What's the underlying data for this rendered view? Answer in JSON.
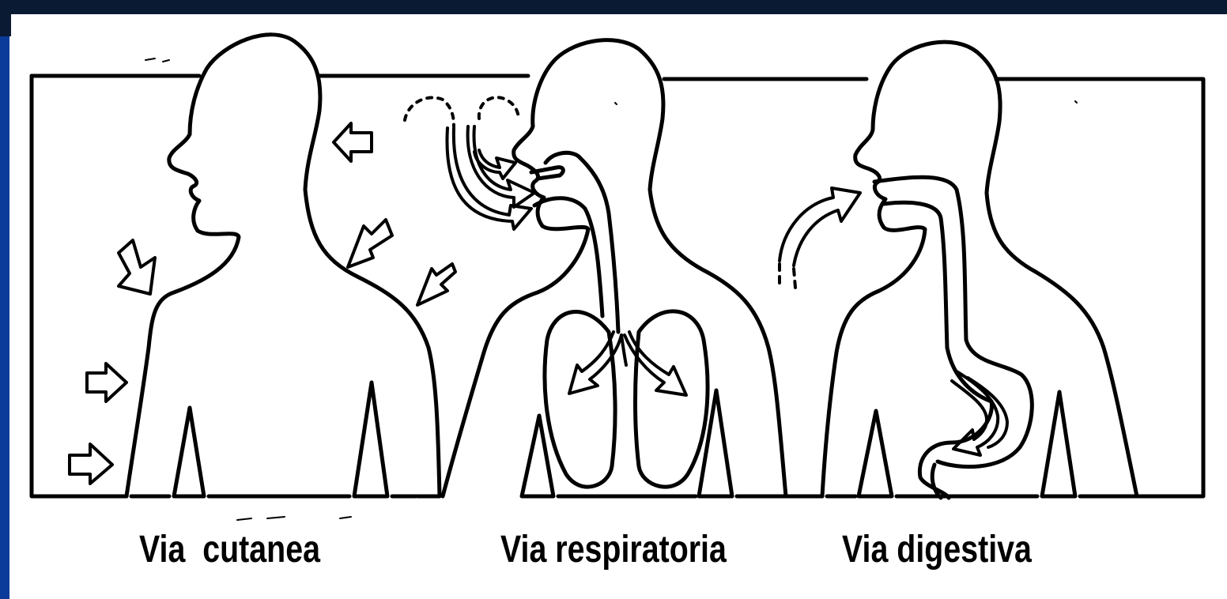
{
  "colors": {
    "border_blue": "#0a3a9a",
    "border_dark": "#0b1a33",
    "ink": "#000000",
    "paper": "#ffffff"
  },
  "captions": [
    {
      "text": "Via  cutanea"
    },
    {
      "text": "Via respiratoria"
    },
    {
      "text": "Via digestiva"
    }
  ],
  "icons": {
    "arrow": "outlined-arrow-icon",
    "figure": "human-silhouette-icon",
    "lungs": "lungs-icon",
    "stomach": "stomach-icon"
  }
}
